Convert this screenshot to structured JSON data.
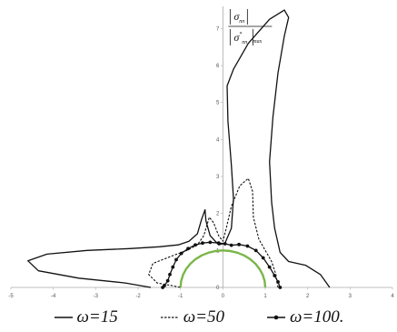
{
  "chart_data": {
    "type": "polar-line",
    "ylabel_numerator": "σ",
    "ylabel_numerator_sub": "nn",
    "ylabel_denominator": "σ",
    "ylabel_denominator_star": "*",
    "ylabel_denominator_sub": "nn",
    "ylabel_denominator_tail": "max",
    "xlim": [
      -5,
      4
    ],
    "ylim": [
      0,
      7.6
    ],
    "x_ticks": [
      -5,
      -4,
      -3,
      -2,
      -1,
      0,
      1,
      2,
      3,
      4
    ],
    "y_ticks": [
      0,
      1,
      2,
      3,
      4,
      5,
      6,
      7
    ],
    "grid": false,
    "legend_position": "bottom",
    "series": [
      {
        "name": "ω=15",
        "style": "solid",
        "color": "#111111",
        "points": [
          [
            2.52,
            0
          ],
          [
            2.3,
            0.35
          ],
          [
            1.95,
            0.6
          ],
          [
            1.55,
            0.7
          ],
          [
            1.35,
            0.95
          ],
          [
            1.22,
            1.6
          ],
          [
            1.15,
            2.3
          ],
          [
            1.1,
            3.4
          ],
          [
            1.18,
            4.6
          ],
          [
            1.3,
            5.8
          ],
          [
            1.45,
            6.8
          ],
          [
            1.55,
            7.3
          ],
          [
            1.45,
            7.5
          ],
          [
            1.1,
            7.25
          ],
          [
            0.6,
            6.6
          ],
          [
            0.25,
            5.9
          ],
          [
            0.1,
            5.45
          ],
          [
            0.12,
            4.5
          ],
          [
            0.2,
            3.3
          ],
          [
            0.25,
            2.4
          ],
          [
            0.2,
            1.6
          ],
          [
            0.05,
            1.2
          ],
          [
            -0.1,
            1.15
          ],
          [
            -0.3,
            1.4
          ],
          [
            -0.4,
            1.8
          ],
          [
            -0.42,
            2.1
          ],
          [
            -0.5,
            1.85
          ],
          [
            -0.6,
            1.45
          ],
          [
            -0.8,
            1.25
          ],
          [
            -1.05,
            1.15
          ],
          [
            -1.5,
            1.1
          ],
          [
            -2.2,
            1.05
          ],
          [
            -3.2,
            1.0
          ],
          [
            -4.15,
            0.9
          ],
          [
            -4.6,
            0.72
          ],
          [
            -4.35,
            0.45
          ],
          [
            -3.4,
            0.25
          ],
          [
            -2.3,
            0.12
          ],
          [
            -1.7,
            0.0
          ]
        ]
      },
      {
        "name": "ω=50",
        "style": "dashed",
        "color": "#111111",
        "points": [
          [
            1.3,
            0
          ],
          [
            1.25,
            0.35
          ],
          [
            1.15,
            0.7
          ],
          [
            1.0,
            1.0
          ],
          [
            0.85,
            1.3
          ],
          [
            0.72,
            1.9
          ],
          [
            0.7,
            2.6
          ],
          [
            0.6,
            2.95
          ],
          [
            0.4,
            2.75
          ],
          [
            0.2,
            2.2
          ],
          [
            0.08,
            1.6
          ],
          [
            0.0,
            1.25
          ],
          [
            -0.1,
            1.4
          ],
          [
            -0.22,
            1.75
          ],
          [
            -0.32,
            1.9
          ],
          [
            -0.45,
            1.4
          ],
          [
            -0.6,
            1.15
          ],
          [
            -0.85,
            1.0
          ],
          [
            -1.2,
            0.85
          ],
          [
            -1.65,
            0.65
          ],
          [
            -1.75,
            0.35
          ],
          [
            -1.55,
            0.12
          ],
          [
            -1.2,
            0.05
          ],
          [
            -1.0,
            0.0
          ]
        ]
      },
      {
        "name": "ω=100.",
        "style": "solid-dots",
        "color": "#111111",
        "points": [
          [
            1.35,
            0
          ],
          [
            1.3,
            0.15
          ],
          [
            1.22,
            0.32
          ],
          [
            1.1,
            0.55
          ],
          [
            0.95,
            0.8
          ],
          [
            0.78,
            1.0
          ],
          [
            0.58,
            1.12
          ],
          [
            0.38,
            1.16
          ],
          [
            0.2,
            1.14
          ],
          [
            0.05,
            1.18
          ],
          [
            -0.1,
            1.2
          ],
          [
            -0.3,
            1.22
          ],
          [
            -0.48,
            1.2
          ],
          [
            -0.65,
            1.15
          ],
          [
            -0.82,
            1.05
          ],
          [
            -0.98,
            0.92
          ],
          [
            -1.1,
            0.75
          ],
          [
            -1.18,
            0.55
          ],
          [
            -1.25,
            0.35
          ],
          [
            -1.3,
            0.18
          ],
          [
            -1.38,
            0.05
          ],
          [
            -1.42,
            0.0
          ]
        ]
      },
      {
        "name": "",
        "style": "solid",
        "color": "#7ab648",
        "points": [
          [
            -1.0,
            0
          ],
          [
            -0.985,
            0.174
          ],
          [
            -0.94,
            0.342
          ],
          [
            -0.866,
            0.5
          ],
          [
            -0.766,
            0.643
          ],
          [
            -0.643,
            0.766
          ],
          [
            -0.5,
            0.866
          ],
          [
            -0.342,
            0.94
          ],
          [
            -0.174,
            0.985
          ],
          [
            0,
            1.0
          ],
          [
            0.174,
            0.985
          ],
          [
            0.342,
            0.94
          ],
          [
            0.5,
            0.866
          ],
          [
            0.643,
            0.766
          ],
          [
            0.766,
            0.643
          ],
          [
            0.866,
            0.5
          ],
          [
            0.94,
            0.342
          ],
          [
            0.985,
            0.174
          ],
          [
            1.0,
            0
          ]
        ]
      }
    ]
  }
}
